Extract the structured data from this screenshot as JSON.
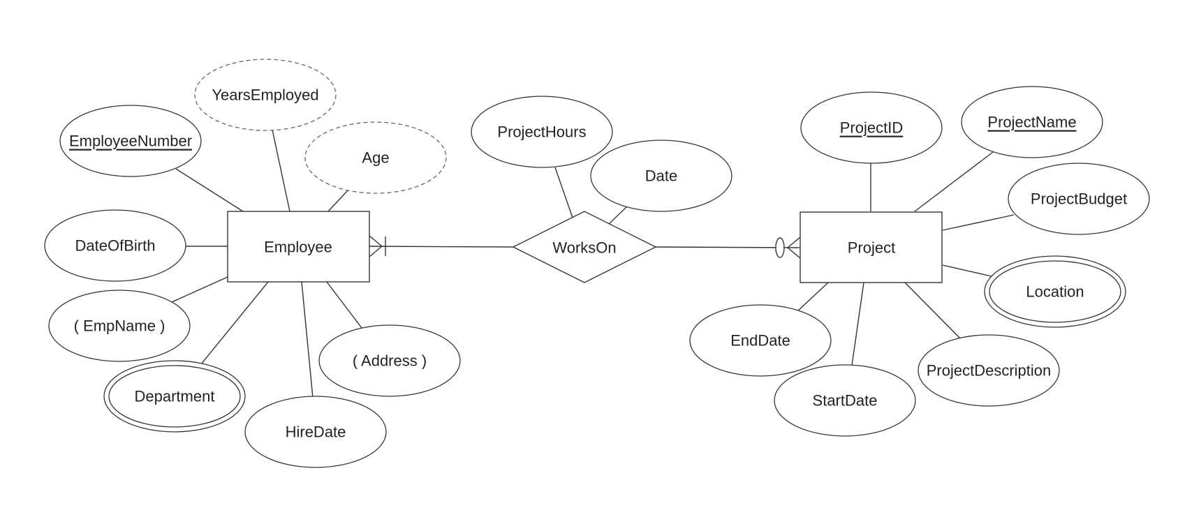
{
  "diagram": {
    "entities": {
      "employee": "Employee",
      "project": "Project"
    },
    "relationship": "WorksOn",
    "employee_attributes": {
      "years_employed": "YearsEmployed",
      "employee_number": "EmployeeNumber",
      "age": "Age",
      "date_of_birth": "DateOfBirth",
      "emp_name": "( EmpName )",
      "department": "Department",
      "hire_date": "HireDate",
      "address": "( Address )"
    },
    "relationship_attributes": {
      "project_hours": "ProjectHours",
      "date": "Date"
    },
    "project_attributes": {
      "project_id": "ProjectID",
      "project_name": "ProjectName",
      "project_budget": "ProjectBudget",
      "location": "Location",
      "end_date": "EndDate",
      "start_date": "StartDate",
      "project_description": "ProjectDescription"
    }
  }
}
